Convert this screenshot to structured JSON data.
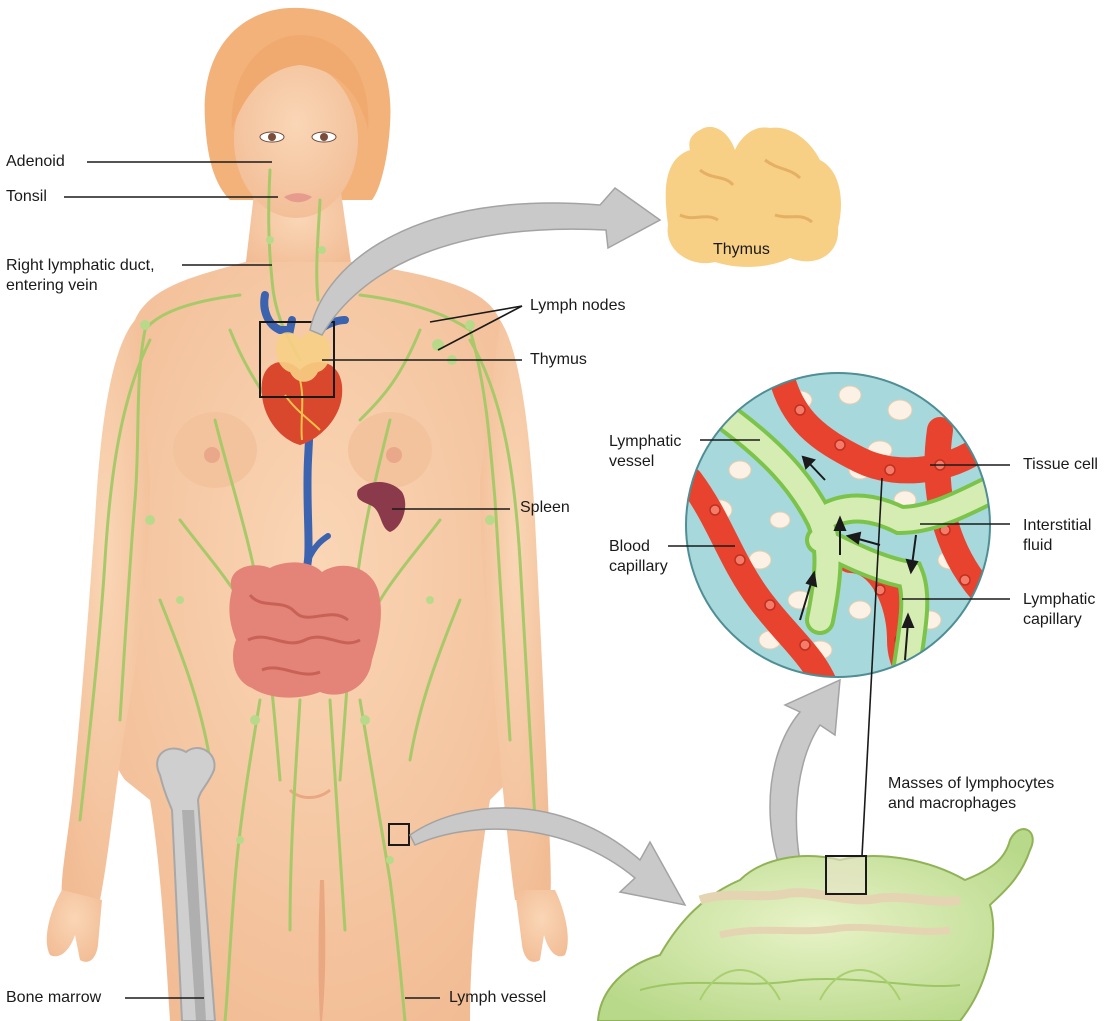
{
  "labels": {
    "adenoid": "Adenoid",
    "tonsil": "Tonsil",
    "right_duct_line1": "Right lymphatic duct,",
    "right_duct_line2": "entering vein",
    "lymph_nodes": "Lymph nodes",
    "thymus_body": "Thymus",
    "thymus_detail": "Thymus",
    "spleen": "Spleen",
    "lymphatic_vessel_line1": "Lymphatic",
    "lymphatic_vessel_line2": "vessel",
    "tissue_cell": "Tissue cell",
    "interstitial_line1": "Interstitial",
    "interstitial_line2": "fluid",
    "blood_cap_line1": "Blood",
    "blood_cap_line2": "capillary",
    "lymph_cap_line1": "Lymphatic",
    "lymph_cap_line2": "capillary",
    "masses_line1": "Masses of lymphocytes",
    "masses_line2": "and macrophages",
    "bone_marrow": "Bone marrow",
    "lymph_vessel": "Lymph vessel"
  },
  "colors": {
    "skin": "#f7c9a4",
    "skin_shadow": "#eeb48c",
    "hair": "#f2b27a",
    "lymph_green": "#a8c96a",
    "vein_blue": "#3b63b0",
    "heart_red": "#d9472d",
    "spleen": "#8a3a4a",
    "intestine": "#e48378",
    "thymus": "#f7cf85",
    "capillary_red": "#e8432e",
    "fluid_blue": "#a7d8dc",
    "lymph_vessel_fill": "#d5ecb2",
    "node_green": "#cfe6a0",
    "bone": "#cfcfcf",
    "arrow_gray": "#c9c9c9",
    "leader_line": "#1a1a1a"
  }
}
